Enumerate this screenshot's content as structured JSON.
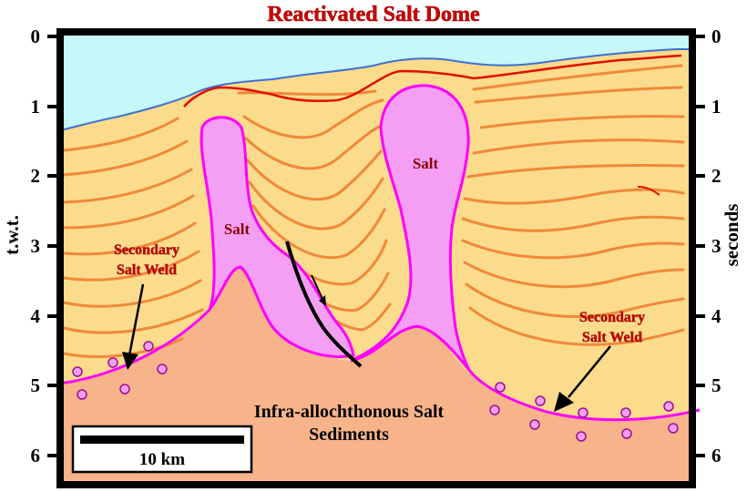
{
  "title": "Reactivated Salt Dome",
  "axis": {
    "left_label": "t.w.t.",
    "right_label": "seconds",
    "ticks": [
      "0",
      "1",
      "2",
      "3",
      "4",
      "5",
      "6"
    ]
  },
  "labels": {
    "salt_left": "Salt",
    "salt_right": "Salt",
    "weld_left_line1": "Secondary",
    "weld_left_line2": "Salt Weld",
    "weld_right_line1": "Secondary",
    "weld_right_line2": "Salt Weld",
    "infra_line1": "Infra-allochthonous Salt",
    "infra_line2": "Sediments"
  },
  "scale_bar": {
    "label": "10 km"
  },
  "colors": {
    "sea": "#c6f7f9",
    "sediment": "#fbdb8c",
    "infra": "#f7b48a",
    "salt": "#f49ff4",
    "salt_outline": "#ff00ff",
    "horizon": "#f0893a",
    "seafloor_reflector": "#e01000",
    "sea_line": "#4070d0"
  }
}
